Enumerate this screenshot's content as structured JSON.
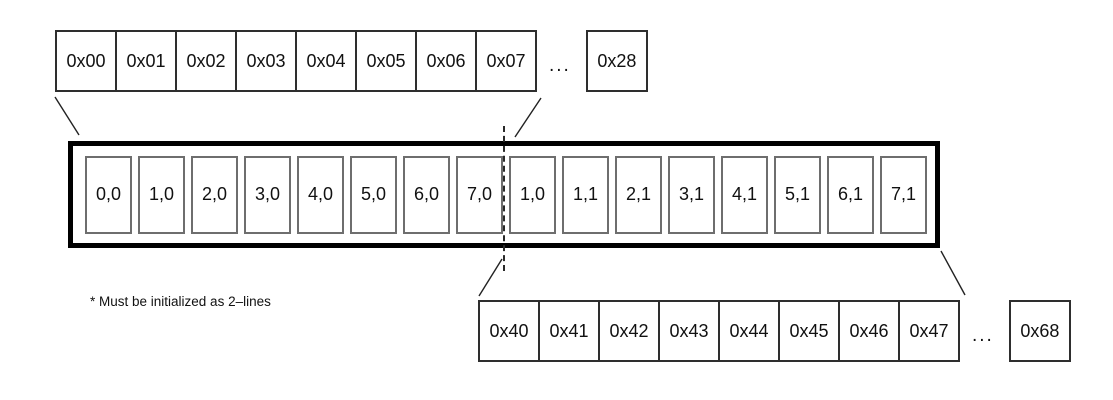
{
  "canvas": {
    "background": "#ffffff",
    "line_color": "#222222",
    "thick_border_color": "#000000"
  },
  "top_strip": {
    "cells": [
      "0x00",
      "0x01",
      "0x02",
      "0x03",
      "0x04",
      "0x05",
      "0x06",
      "0x07"
    ],
    "ellipsis": "...",
    "last_cell": "0x28"
  },
  "cache_line": {
    "cells": [
      "0,0",
      "1,0",
      "2,0",
      "3,0",
      "4,0",
      "5,0",
      "6,0",
      "7,0",
      "1,0",
      "1,1",
      "2,1",
      "3,1",
      "4,1",
      "5,1",
      "6,1",
      "7,1"
    ]
  },
  "bottom_strip": {
    "cells": [
      "0x40",
      "0x41",
      "0x42",
      "0x43",
      "0x44",
      "0x45",
      "0x46",
      "0x47"
    ],
    "ellipsis": "...",
    "last_cell": "0x68"
  },
  "note": "* Must be initialized as 2–lines"
}
